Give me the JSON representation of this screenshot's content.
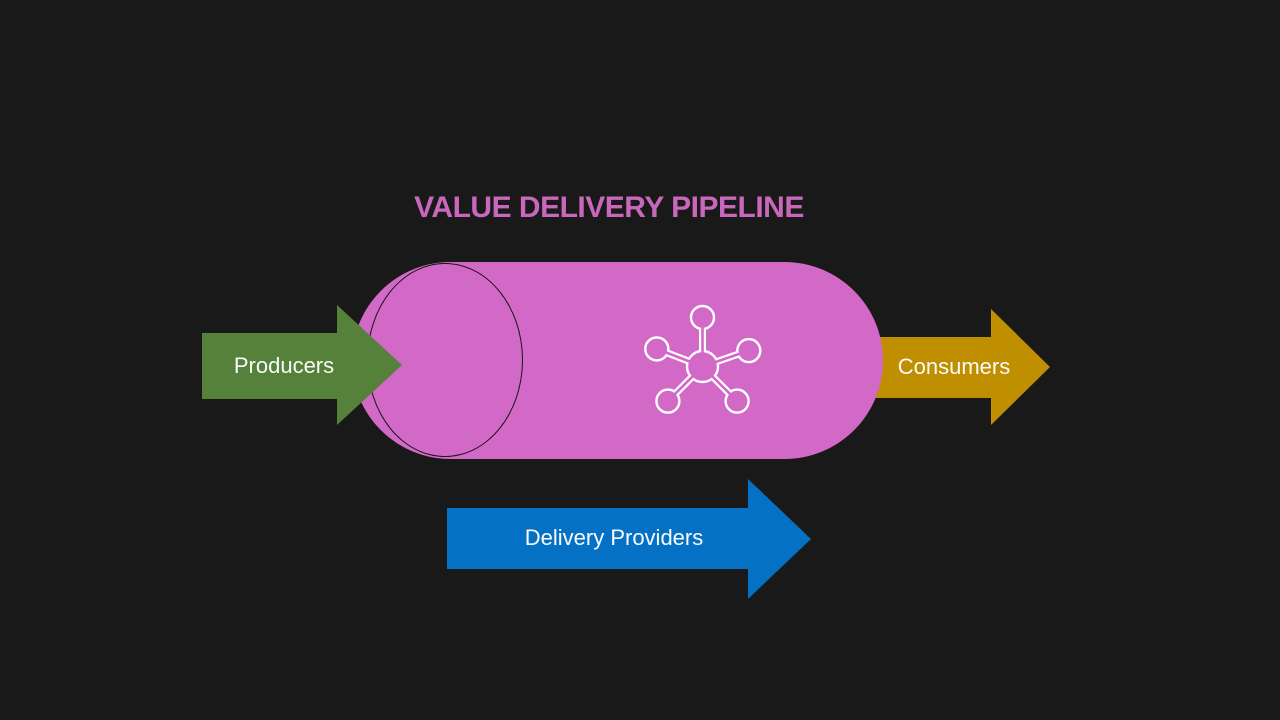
{
  "slide": {
    "title": "VALUE DELIVERY PIPELINE"
  },
  "pipeline": {
    "shape": "capsule-cylinder",
    "icon": "hub-network-icon"
  },
  "arrows": {
    "producers": {
      "label": "Producers",
      "direction": "right"
    },
    "consumers": {
      "label": "Consumers",
      "direction": "right"
    },
    "delivery_providers": {
      "label": "Delivery Providers",
      "direction": "right"
    }
  },
  "colors": {
    "background": "#191919",
    "title_text": "#C867BB",
    "pipe_fill": "#D369C7",
    "pipe_cap_outline": "#141414",
    "producers_arrow": "#55813A",
    "consumers_arrow": "#BF8F00",
    "delivery_arrow": "#0571C5",
    "label_text": "#FAFAFA",
    "icon_stroke": "#FFFFFF"
  }
}
